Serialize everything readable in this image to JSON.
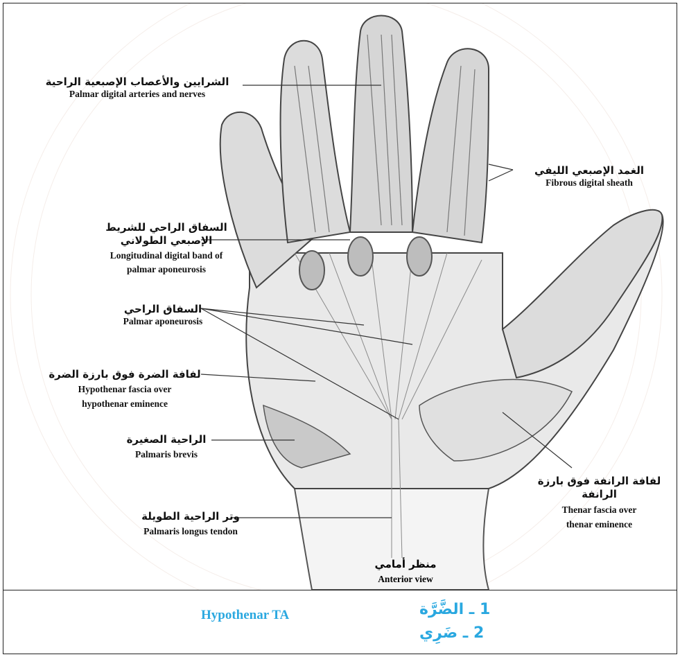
{
  "labels": {
    "digital_arteries": {
      "ar": "الشرايين والأعصاب الإصبعية الراحية",
      "en": "Palmar digital arteries and nerves"
    },
    "fibrous_sheath": {
      "ar": "الغمد الإصبعي الليفي",
      "en": "Fibrous digital sheath"
    },
    "longitudinal_band": {
      "ar1": "السفاق الراحي للشريط",
      "ar2": "الإصبعي الطولاني",
      "en1": "Longitudinal digital band of",
      "en2": "palmar aponeurosis"
    },
    "palmar_aponeurosis": {
      "ar": "السفاق الراحي",
      "en": "Palmar aponeurosis"
    },
    "hypothenar_fascia": {
      "ar": "لفافة الضرة فوق بارزة الضرة",
      "en1": "Hypothenar fascia over",
      "en2": "hypothenar eminence"
    },
    "palmaris_brevis": {
      "ar": "الراحية الصغيرة",
      "en": "Palmaris brevis"
    },
    "palmaris_longus": {
      "ar": "وتر الراحية الطويلة",
      "en": "Palmaris longus tendon"
    },
    "thenar_fascia": {
      "ar": "لفافة الرانفة فوق بارزة الرانفة",
      "en1": "Thenar fascia over",
      "en2": "thenar eminence"
    }
  },
  "caption": {
    "ar": "منظر أمامي",
    "en": "Anterior view"
  },
  "footer": {
    "term_en": "Hypothenar TA",
    "item1": "1 ـ الضَّرَّة",
    "item2": "2 ـ ضَرِي"
  },
  "colors": {
    "accent": "#2aa8e0",
    "line": "#333333"
  }
}
